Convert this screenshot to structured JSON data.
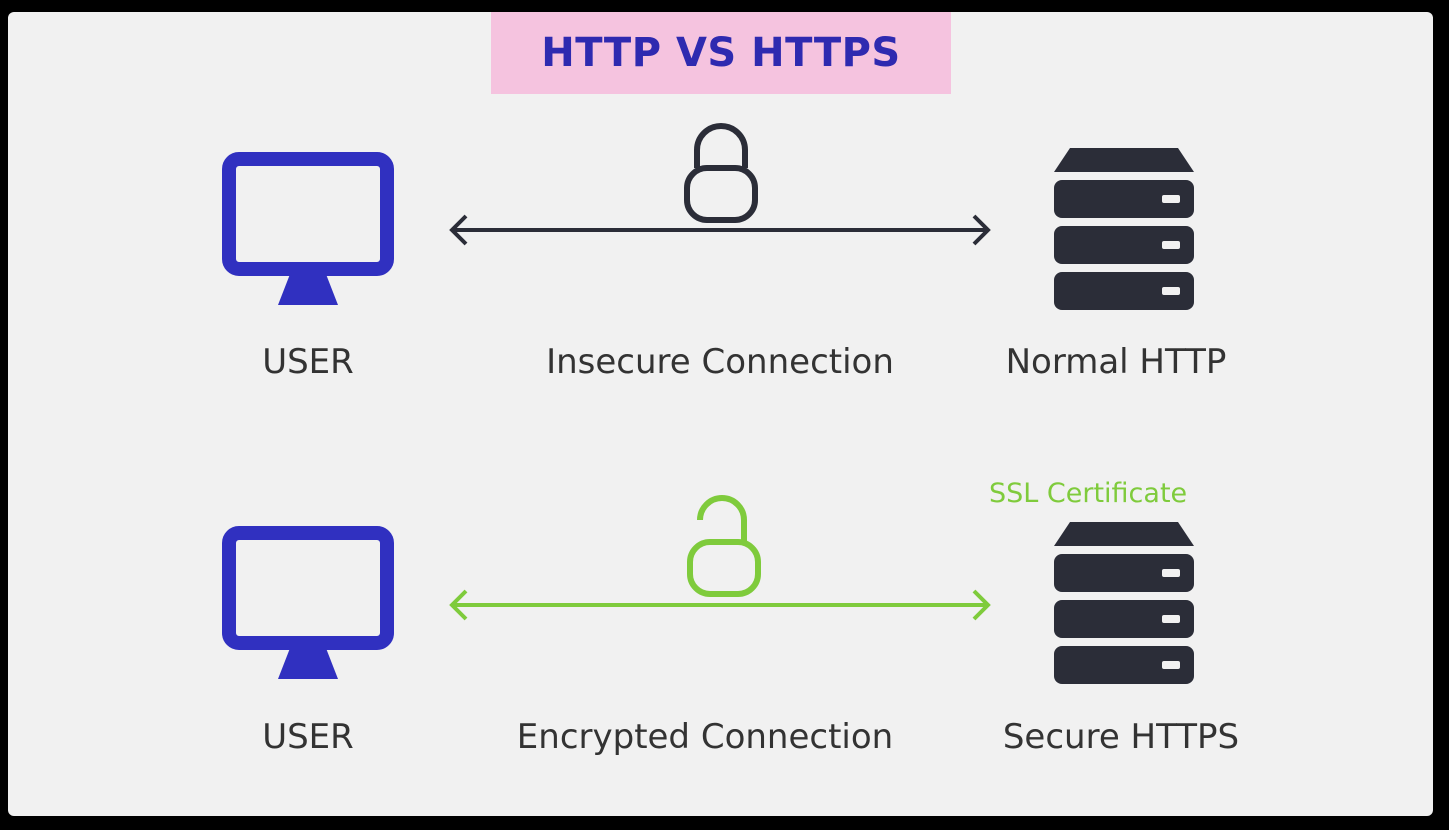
{
  "title": "HTTP VS HTTPS",
  "colors": {
    "title_bg": "#f5c3df",
    "title_text": "#2e2ab0",
    "monitor": "#3030c0",
    "server": "#2b2d38",
    "insecure_line": "#2b2d38",
    "secure_green": "#7fcb3c",
    "label_text": "#333333"
  },
  "rows": [
    {
      "client_label": "USER",
      "connection_label": "Insecure Connection",
      "server_label": "Normal HTTP",
      "lock_icon": "locked-padlock-icon"
    },
    {
      "client_label": "USER",
      "connection_label": "Encrypted Connection",
      "server_label": "Secure HTTPS",
      "lock_icon": "unlocked-padlock-icon",
      "server_badge": "SSL Certificate"
    }
  ]
}
